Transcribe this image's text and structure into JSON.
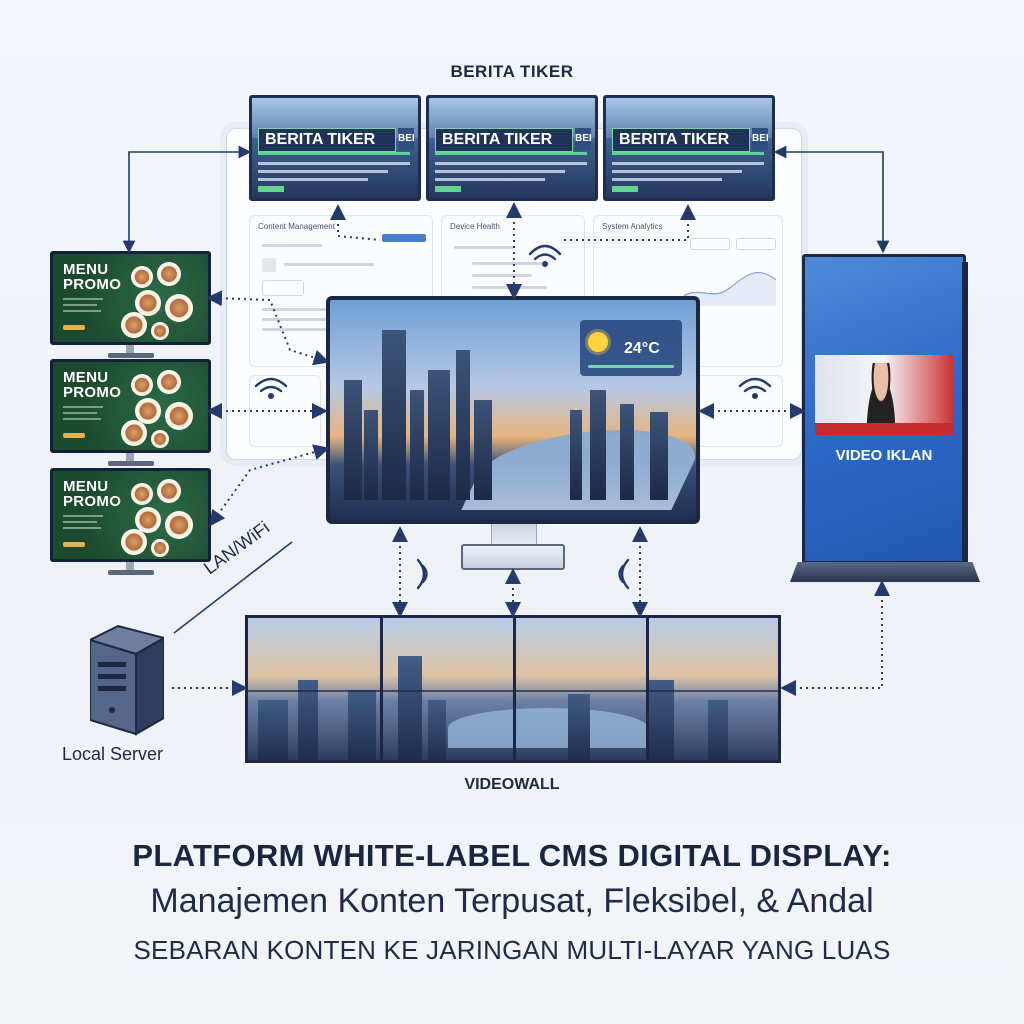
{
  "diagram": {
    "ticker_label": "BERITA TIKER",
    "ticker_screen_title": "BERITA TIKER",
    "ticker_side_text": "BER",
    "dashboard": {
      "content_management": "Content Management",
      "device_health": "Device Health",
      "system_analytics": "System Analytics"
    },
    "menu_title_line1": "MENU",
    "menu_title_line2": "PROMO",
    "weather": {
      "temp": "24°C"
    },
    "kiosk_label": "VIDEO IKLAN",
    "videowall_label": "VIDEOWALL",
    "server_label": "Local Server",
    "connection_label": "LAN/WiFi"
  },
  "headline": {
    "title": "PLATFORM WHITE-LABEL CMS DIGITAL DISPLAY:",
    "subtitle": "Manajemen Konten Terpusat, Fleksibel, & Andal",
    "tagline": "SEBARAN KONTEN KE JARINGAN MULTI-LAYAR YANG LUAS"
  },
  "colors": {
    "navy": "#1c2744",
    "arrow": "#233a6b",
    "kiosk_blue": "#2a6ac9",
    "menu_green": "#1b4a2f"
  },
  "icons": [
    "wifi-icon",
    "server-icon",
    "sun-icon",
    "arrow-icon"
  ]
}
